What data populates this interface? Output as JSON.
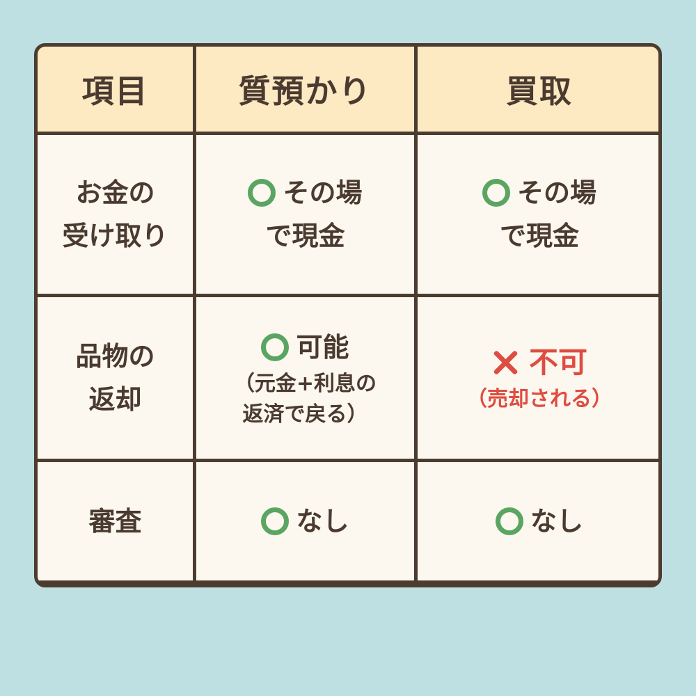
{
  "table": {
    "headers": {
      "item": "項目",
      "pawn": "質預かり",
      "purchase": "買取"
    },
    "rows": {
      "cash": {
        "label_line1": "お金の",
        "label_line2": "受け取り",
        "pawn": {
          "symbol": "positive",
          "line1": "その場",
          "line2": "で現金"
        },
        "purchase": {
          "symbol": "positive",
          "line1": "その場",
          "line2": "で現金"
        }
      },
      "return": {
        "label_line1": "品物の",
        "label_line2": "返却",
        "pawn": {
          "symbol": "positive",
          "main": "可能",
          "note_line1": "（元金+利息の",
          "note_line2": "返済で戻る）"
        },
        "purchase": {
          "symbol": "negative",
          "main": "不可",
          "note": "（売却される）"
        }
      },
      "screening": {
        "label": "審査",
        "pawn": {
          "symbol": "positive",
          "text": "なし"
        },
        "purchase": {
          "symbol": "positive",
          "text": "なし"
        }
      }
    }
  },
  "colors": {
    "background": "#bfe0e2",
    "header_fill": "#fde9c2",
    "cell_fill": "#fdf8ef",
    "border": "#4c3c30",
    "text": "#4a3a30",
    "positive_mark": "#5aa562",
    "negative_mark": "#de4c42"
  },
  "icons": {
    "positive": "circle-icon",
    "negative": "cross-icon"
  }
}
